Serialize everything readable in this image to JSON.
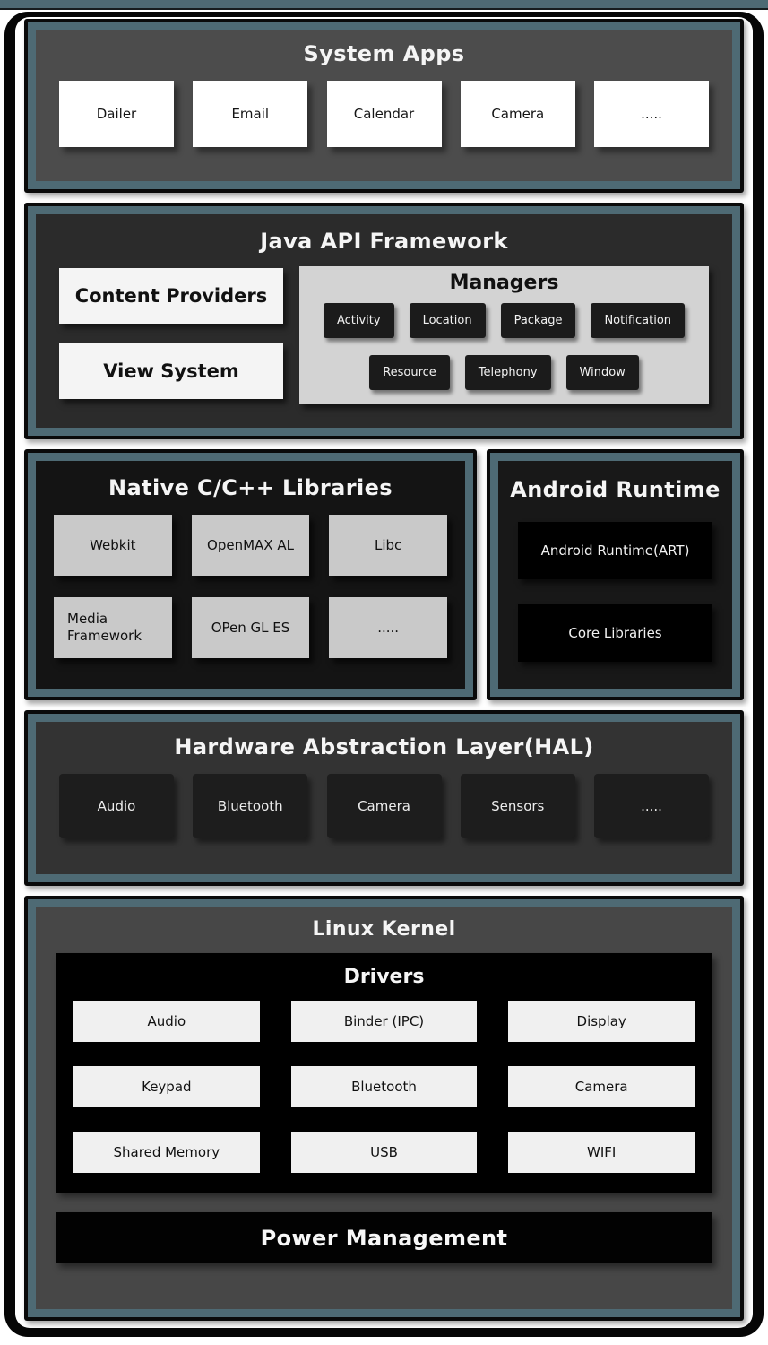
{
  "colors": {
    "page_background": "#ffffff",
    "top_strip": "#4e6a74",
    "outer_frame": "#060606",
    "slate_border": "#4e6a74",
    "system_apps_panel": "#4c4c4c",
    "java_panel": "#2b2b2b",
    "native_panel": "#141414",
    "runtime_panel": "#181818",
    "hal_panel": "#333333",
    "kernel_panel": "#474747",
    "light_box": "#ffffff",
    "gray_box": "#c9c9c9",
    "managers_panel": "#d3d3d3",
    "dark_chip": "#1b1b1b",
    "black_box": "#000000"
  },
  "sections": {
    "system_apps": {
      "title": "System Apps",
      "items": [
        "Dailer",
        "Email",
        "Calendar",
        "Camera",
        "....."
      ]
    },
    "java_api": {
      "title": "Java API Framework",
      "left_items": [
        "Content Providers",
        "View System"
      ],
      "managers": {
        "title": "Managers",
        "row1": [
          "Activity",
          "Location",
          "Package",
          "Notification"
        ],
        "row2": [
          "Resource",
          "Telephony",
          "Window"
        ]
      }
    },
    "native_libs": {
      "title": "Native C/C++ Libraries",
      "row1": [
        "Webkit",
        "OpenMAX AL",
        "Libc"
      ],
      "row2": [
        "Media Framework",
        "OPen GL ES",
        "....."
      ]
    },
    "android_runtime": {
      "title": "Android Runtime",
      "items": [
        "Android Runtime(ART)",
        "Core Libraries"
      ]
    },
    "hal": {
      "title": "Hardware Abstraction Layer(HAL)",
      "items": [
        "Audio",
        "Bluetooth",
        "Camera",
        "Sensors",
        "....."
      ]
    },
    "linux_kernel": {
      "title": "Linux Kernel",
      "drivers": {
        "title": "Drivers",
        "grid": [
          "Audio",
          "Binder (IPC)",
          "Display",
          "Keypad",
          "Bluetooth",
          "Camera",
          "Shared Memory",
          "USB",
          "WIFI"
        ]
      },
      "power_label": "Power Management"
    }
  }
}
